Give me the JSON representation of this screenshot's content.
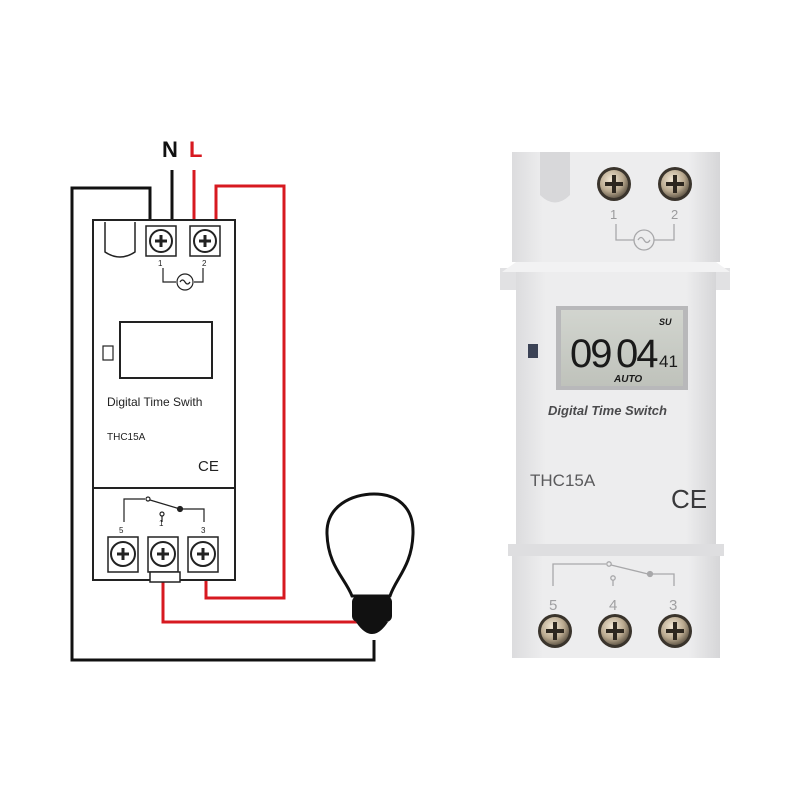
{
  "wiring": {
    "neutral_label": "N",
    "live_label": "L",
    "live_color": "#d71920",
    "neutral_color": "#111111"
  },
  "schematic": {
    "terminal_top_1": "1",
    "terminal_top_2": "2",
    "brand_text": "Digital Time Swith",
    "model_text": "THC15A",
    "ce_mark": "CE",
    "terminal_bottom_5": "5",
    "terminal_bottom_1": "1",
    "terminal_bottom_3": "3"
  },
  "device": {
    "terminal_top_1": "1",
    "terminal_top_2": "2",
    "display_time_hours": "09",
    "display_time_minutes": "04",
    "display_seconds": "41",
    "display_day": "SU",
    "display_mode": "AUTO",
    "brand_text": "Digital Time Switch",
    "model_text": "THC15A",
    "ce_mark": "CE",
    "terminal_bottom_5": "5",
    "terminal_bottom_4": "4",
    "terminal_bottom_3": "3",
    "body_color": "#e9e9ea",
    "lcd_color": "#c8cbc4"
  }
}
